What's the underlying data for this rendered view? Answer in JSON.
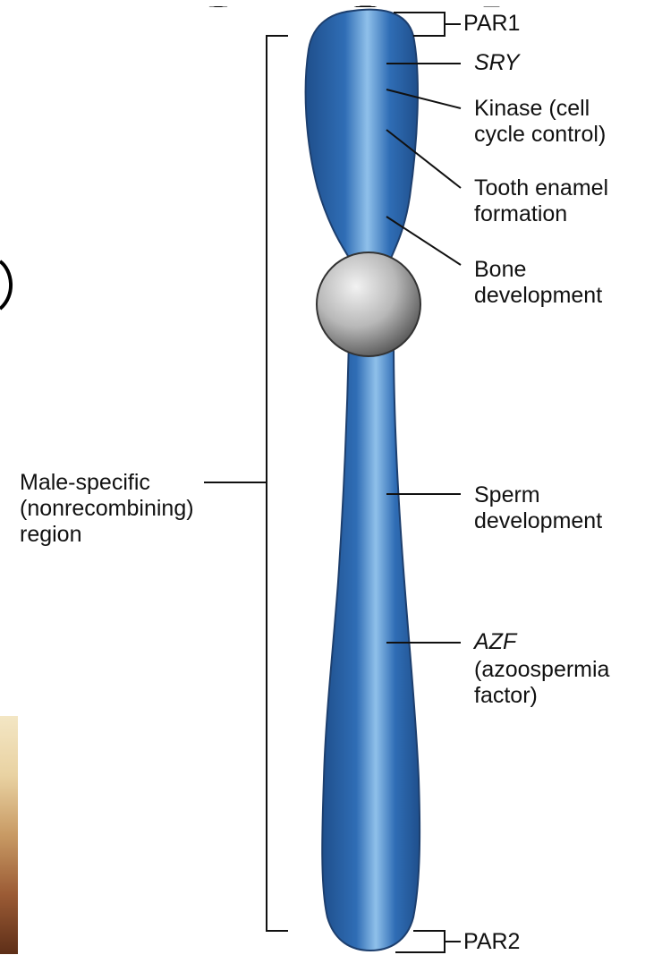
{
  "labels": {
    "par1": "PAR1",
    "sry": "SRY",
    "kinase": "Kinase (cell\ncycle control)",
    "tooth": "Tooth enamel\nformation",
    "bone": "Bone\ndevelopment",
    "sperm": "Sperm\ndevelopment",
    "azf_name": "AZF",
    "azf_desc": "(azoospermia\nfactor)",
    "par2": "PAR2",
    "male_region": "Male-specific\n(nonrecombining)\nregion"
  },
  "colors": {
    "chromatid": "#2f6db5",
    "chromatid_dark": "#1f4f8c",
    "chromatid_light": "#8fc0ea",
    "centromere": "#9a9a9a",
    "centromere_light": "#f2f2f2",
    "line": "#111111"
  }
}
